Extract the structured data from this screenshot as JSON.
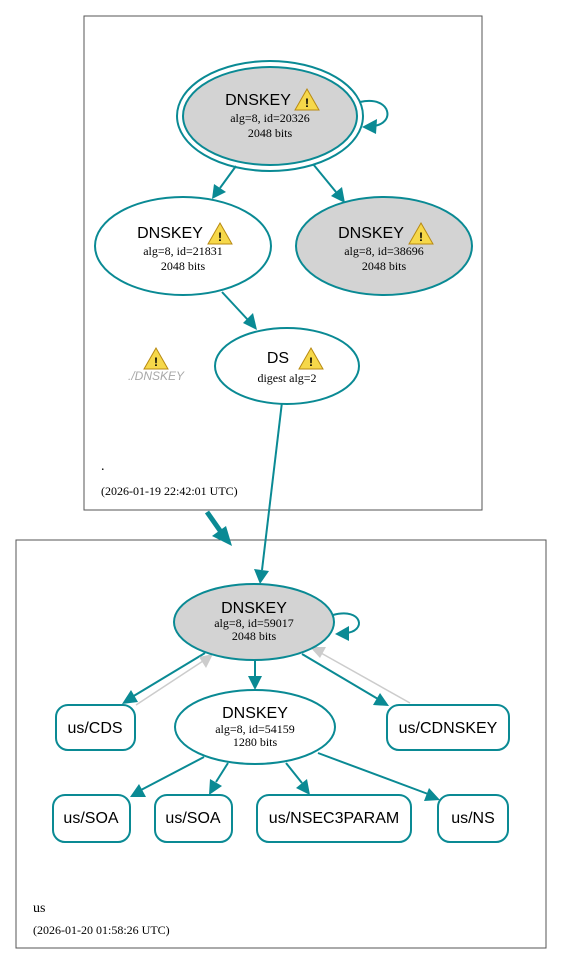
{
  "zones": {
    "root": {
      "name": ".",
      "timestamp": "(2026-01-19 22:42:01 UTC)",
      "missing_label": "./DNSKEY"
    },
    "us": {
      "name": "us",
      "timestamp": "(2026-01-20 01:58:26 UTC)"
    }
  },
  "nodes": {
    "root_ksk": {
      "title": "DNSKEY",
      "line1": "alg=8, id=20326",
      "line2": "2048 bits",
      "warning": true,
      "fill": "grey",
      "trust_anchor": true
    },
    "root_zsk": {
      "title": "DNSKEY",
      "line1": "alg=8, id=21831",
      "line2": "2048 bits",
      "warning": true,
      "fill": "white"
    },
    "root_key3": {
      "title": "DNSKEY",
      "line1": "alg=8, id=38696",
      "line2": "2048 bits",
      "warning": true,
      "fill": "grey"
    },
    "us_ds": {
      "title": "DS",
      "line1": "digest alg=2",
      "warning": true,
      "fill": "white"
    },
    "us_ksk": {
      "title": "DNSKEY",
      "line1": "alg=8, id=59017",
      "line2": "2048 bits",
      "warning": false,
      "fill": "grey"
    },
    "us_zsk": {
      "title": "DNSKEY",
      "line1": "alg=8, id=54159",
      "line2": "1280 bits",
      "warning": false,
      "fill": "white"
    }
  },
  "records": {
    "cds": "us/CDS",
    "cdnskey": "us/CDNSKEY",
    "soa_1": "us/SOA",
    "soa_2": "us/SOA",
    "nsec3param": "us/NSEC3PARAM",
    "ns": "us/NS"
  },
  "colors": {
    "edge": "#0a8a94",
    "edge_faint": "#cccccc",
    "key_fill": "#d3d3d3",
    "warning": "#f6d84a"
  },
  "icons": {
    "warning": "warning-icon"
  }
}
